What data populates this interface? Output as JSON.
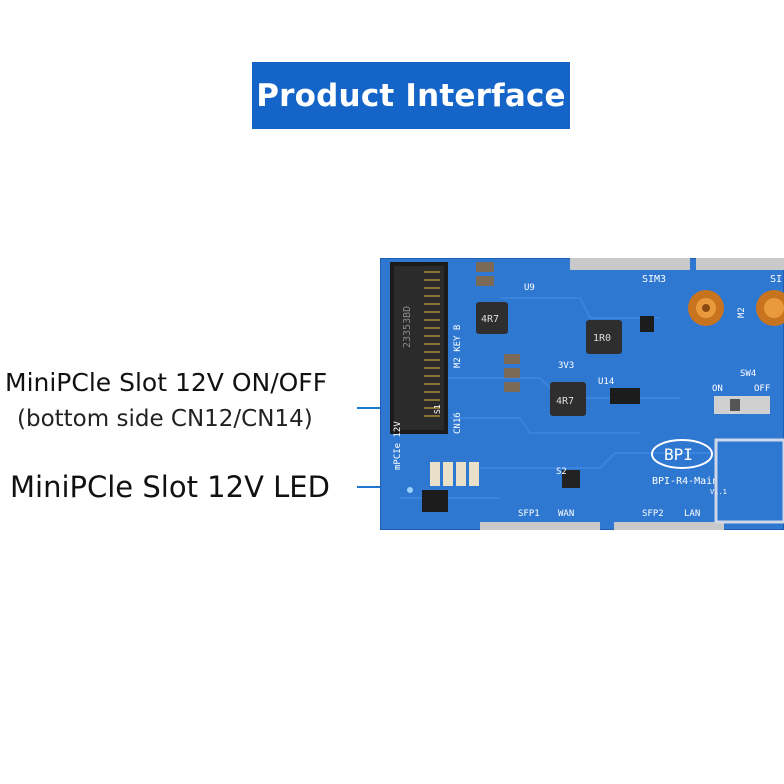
{
  "banner": {
    "title": "Product Interface",
    "color": "#1565c8"
  },
  "callouts": {
    "switch_label": "MiniPCle Slot 12V ON/OFF",
    "switch_sublabel": "(bottom side CN12/CN14)",
    "led_label": "MiniPCle Slot 12V LED",
    "leader_color": "#1e78d0"
  },
  "board": {
    "silkscreen": {
      "sim3": "SIM3",
      "sim_partial": "SI",
      "m2": "M2",
      "sw4": "SW4",
      "on": "ON",
      "off": "OFF",
      "cn16": "CN16",
      "m2_key": "M2 KEY B",
      "u9": "U9",
      "u14": "U14",
      "v3v3": "3V3",
      "s2": "S2",
      "s1": "S1",
      "mpcie_12v": "mPCIe 12V",
      "bpi_logo": "BPI",
      "board_name": "BPI-R4-Main",
      "version": "V1.1",
      "sfp1": "SFP1",
      "wan": "WAN",
      "sfp2": "SFP2",
      "lan": "LAN",
      "inductor_a": "4R7",
      "inductor_b": "1R0",
      "inductor_c": "4R7",
      "slot_code": "23353BD"
    },
    "pcb_color": "#2f78d2"
  }
}
